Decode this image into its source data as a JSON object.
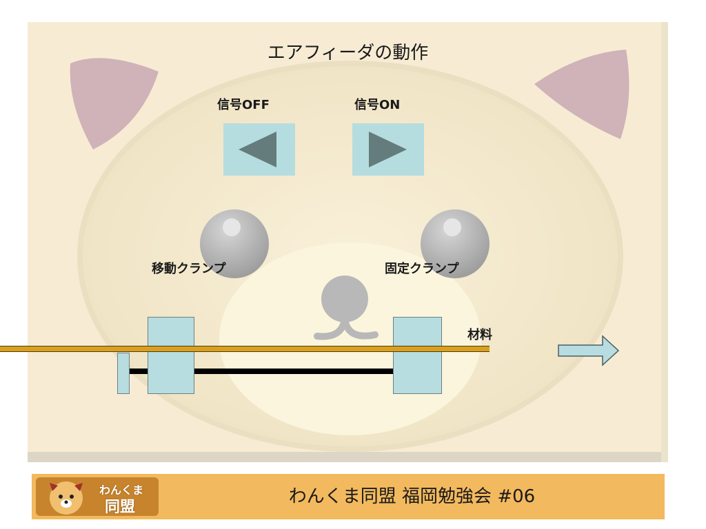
{
  "slide": {
    "title": "エアフィーダの動作"
  },
  "signals": {
    "off_label": "信号OFF",
    "on_label": "信号ON"
  },
  "clamps": {
    "moving_label": "移動クランプ",
    "fixed_label": "固定クランプ"
  },
  "material": {
    "label": "材料"
  },
  "footer": {
    "logo_line1": "わんくま",
    "logo_line2": "同盟",
    "text": "わんくま同盟 福岡勉強会 #06"
  },
  "colors": {
    "slide_bg": "#f7ecd3",
    "button_bg": "#b5dde0",
    "arrow_fill": "#657c7c",
    "material": "#d9a020",
    "footer_bg": "#f3b95e"
  }
}
